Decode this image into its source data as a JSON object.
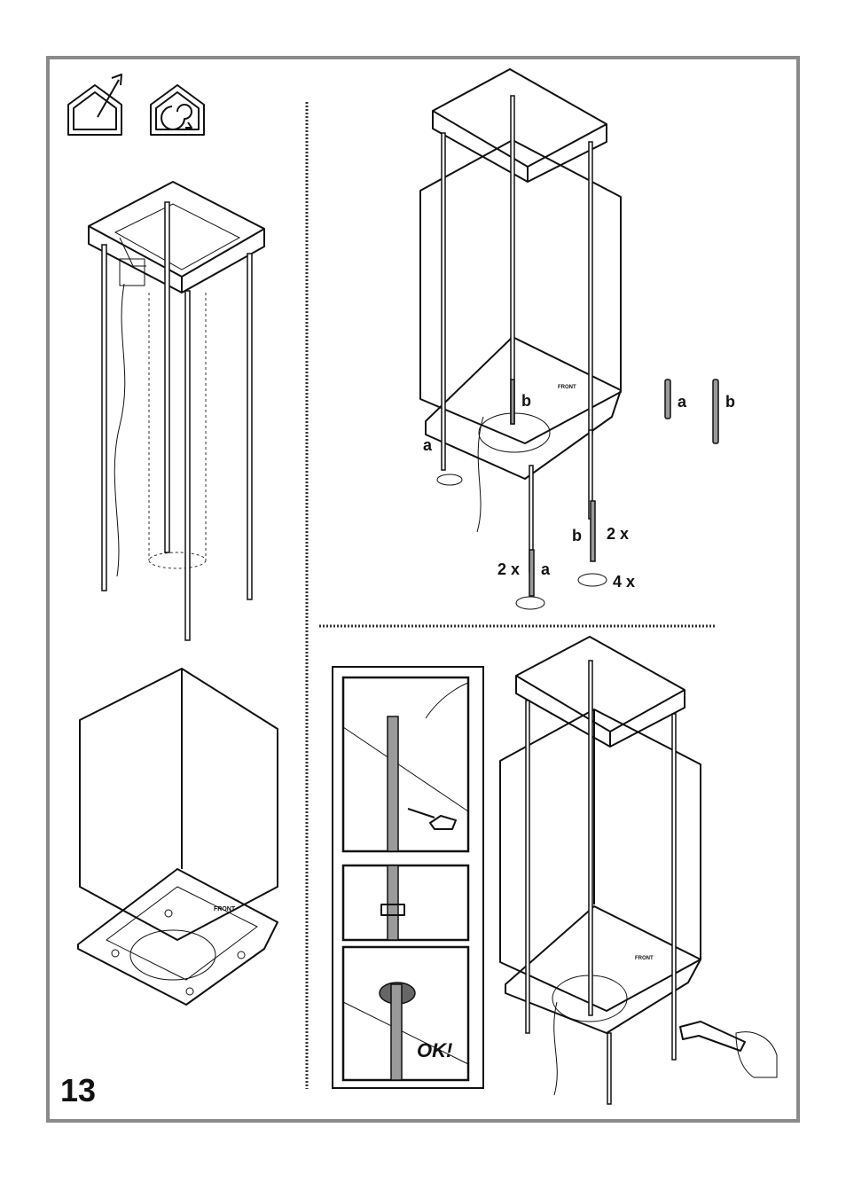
{
  "page": {
    "number": "13"
  },
  "icons": [
    "ducted-mode-icon",
    "recirculation-mode-icon"
  ],
  "labels": {
    "rod_a": "a",
    "rod_b": "b",
    "legend_a": "a",
    "legend_b": "b",
    "qty_b_label": "b",
    "qty_b": "2 x",
    "qty_a": "2 x",
    "qty_a_label": "a",
    "qty_screws": "4 x",
    "front_1": "FRONT",
    "front_2": "FRONT",
    "front_3": "FRONT",
    "ok": "OK!"
  },
  "colors": {
    "frame": "#8a8a8a",
    "line": "#111111",
    "rod_grey": "#9a9a9a"
  }
}
